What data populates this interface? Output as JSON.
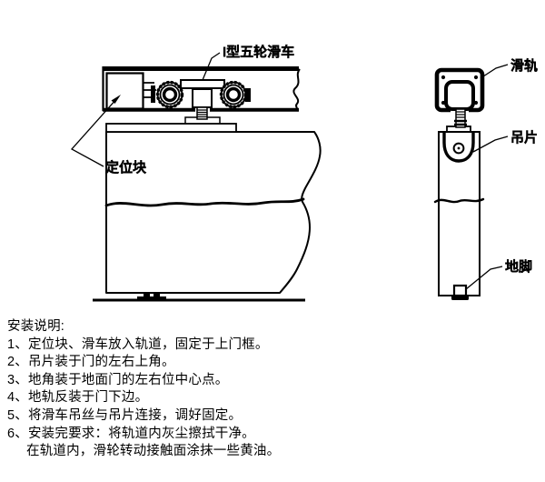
{
  "page": {
    "background_color": "#ffffff",
    "line_color": "#000000"
  },
  "main_view": {
    "pulley_label": "I型五轮滑车",
    "positioning_block_label": "定位块"
  },
  "side_view": {
    "rail_label": "滑轨",
    "hanging_piece_label": "吊片",
    "floor_foot_label": "地脚"
  },
  "instructions": {
    "title": "安装说明:",
    "lines": [
      "1、定位块、滑车放入轨道，固定于上门框。",
      "2、吊片装于门的左右上角。",
      "3、地角装于地面门的左右位中心点。",
      "4、地轨反装于门下边。",
      "5、将滑车吊丝与吊片连接，调好固定。",
      "6、安装完要求：将轨道内灰尘擦拭干净。",
      "在轨道内，滑轮转动接触面涂抹一些黄油。"
    ]
  }
}
